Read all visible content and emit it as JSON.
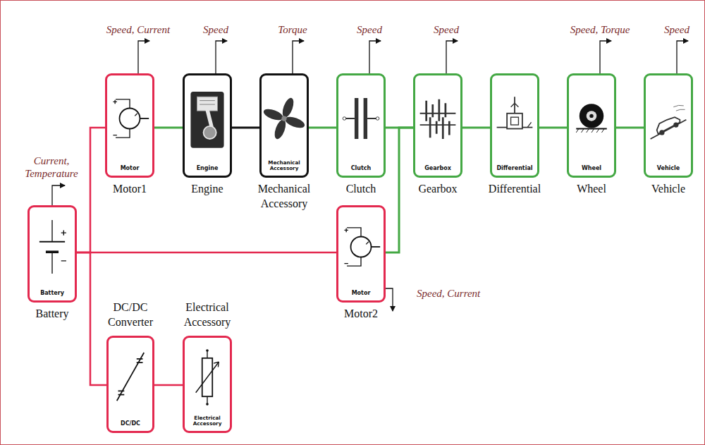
{
  "diagram": {
    "nodes": [
      {
        "text": [
          "Motor",
          "Motor1"
        ]
      },
      {
        "text": [
          "Engine",
          "Engine"
        ]
      },
      {
        "text": [
          "Mechanical Accessory",
          "Mechanical Accessory"
        ]
      },
      {
        "text": [
          "Clutch",
          "Clutch"
        ]
      },
      {
        "text": [
          "Gearbox",
          "Gearbox"
        ]
      },
      {
        "text": [
          "Differential",
          "Differential"
        ]
      },
      {
        "text": [
          "Wheel",
          "Wheel"
        ]
      },
      {
        "text": [
          "Vehicle",
          "Vehicle"
        ]
      },
      {
        "text": [
          "Battery",
          "Battery"
        ]
      },
      {
        "text": [
          "Motor",
          "Motor2"
        ]
      },
      {
        "text": [
          "DC/DC",
          "DC/DC Converter"
        ]
      },
      {
        "text": [
          "Electrical Accessory",
          "Electrical Accessory"
        ]
      }
    ],
    "edges": [
      {
        "from": 0,
        "to": 1,
        "arrow": "none"
      },
      {
        "from": 1,
        "to": 2,
        "arrow": "none"
      },
      {
        "from": 2,
        "to": 3,
        "arrow": "none"
      },
      {
        "from": 3,
        "to": 4,
        "arrow": "none"
      },
      {
        "from": 4,
        "to": 5,
        "arrow": "none"
      },
      {
        "from": 5,
        "to": 6,
        "arrow": "none"
      },
      {
        "from": 6,
        "to": 7,
        "arrow": "none"
      },
      {
        "from": 8,
        "to": 0,
        "arrow": "none"
      },
      {
        "from": 8,
        "to": 9,
        "arrow": "none"
      },
      {
        "from": 9,
        "to": 4,
        "arrow": "none"
      },
      {
        "from": 8,
        "to": 10,
        "arrow": "none"
      },
      {
        "from": 10,
        "to": 11,
        "arrow": "none"
      }
    ],
    "labels": [
      "Speed, Current",
      "Speed",
      "Torque",
      "Speed",
      "Speed",
      "Speed, Torque",
      "Speed",
      "Current, Temperature",
      "Speed, Current"
    ]
  }
}
